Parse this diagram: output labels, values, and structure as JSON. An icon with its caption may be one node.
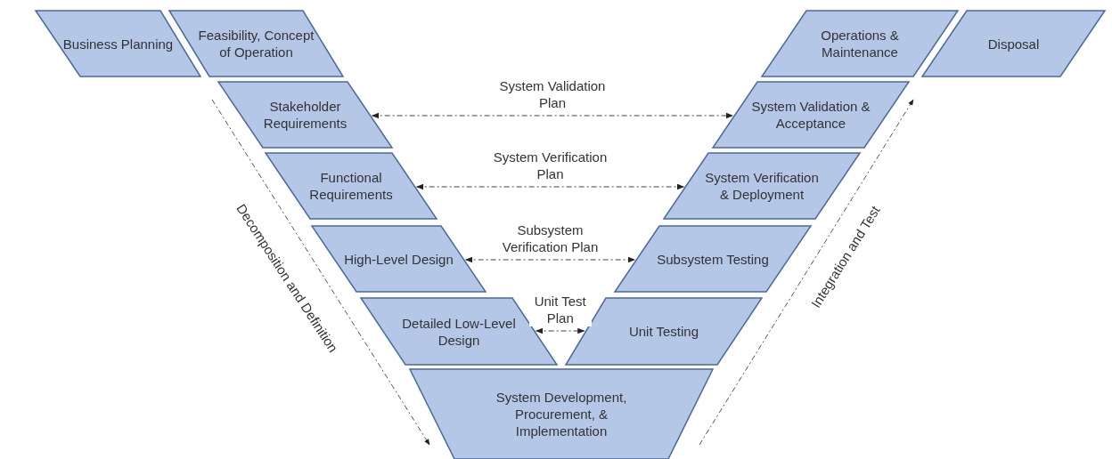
{
  "diagram": {
    "nodes": [
      {
        "text": [
          "Business Planning"
        ]
      },
      {
        "text": [
          "Feasibility, Concept of Operation"
        ]
      },
      {
        "text": [
          "Stakeholder Requirements"
        ]
      },
      {
        "text": [
          "Functional Requirements"
        ]
      },
      {
        "text": [
          "High-Level Design"
        ]
      },
      {
        "text": [
          "Detailed Low-Level Design"
        ]
      },
      {
        "text": [
          "System Development, Procurement, & Implementation"
        ]
      },
      {
        "text": [
          "Unit Testing"
        ]
      },
      {
        "text": [
          "Subsystem Testing"
        ]
      },
      {
        "text": [
          "System Verification & Deployment"
        ]
      },
      {
        "text": [
          "System Validation & Acceptance"
        ]
      },
      {
        "text": [
          "Operations & Maintenance"
        ]
      },
      {
        "text": [
          "Disposal"
        ]
      }
    ],
    "edges": [
      {
        "from": 2,
        "to": 10,
        "arrow": "both",
        "label": "System Validation Plan",
        "style": "dashed"
      },
      {
        "from": 3,
        "to": 9,
        "arrow": "both",
        "label": "System Verification Plan",
        "style": "dashed"
      },
      {
        "from": 4,
        "to": 8,
        "arrow": "both",
        "label": "Subsystem Verification Plan",
        "style": "dashed"
      },
      {
        "from": 5,
        "to": 7,
        "arrow": "both",
        "label": "Unit Test Plan",
        "style": "dashed"
      }
    ],
    "labels": [
      "Decomposition and Definition",
      "Integration and Test"
    ]
  }
}
